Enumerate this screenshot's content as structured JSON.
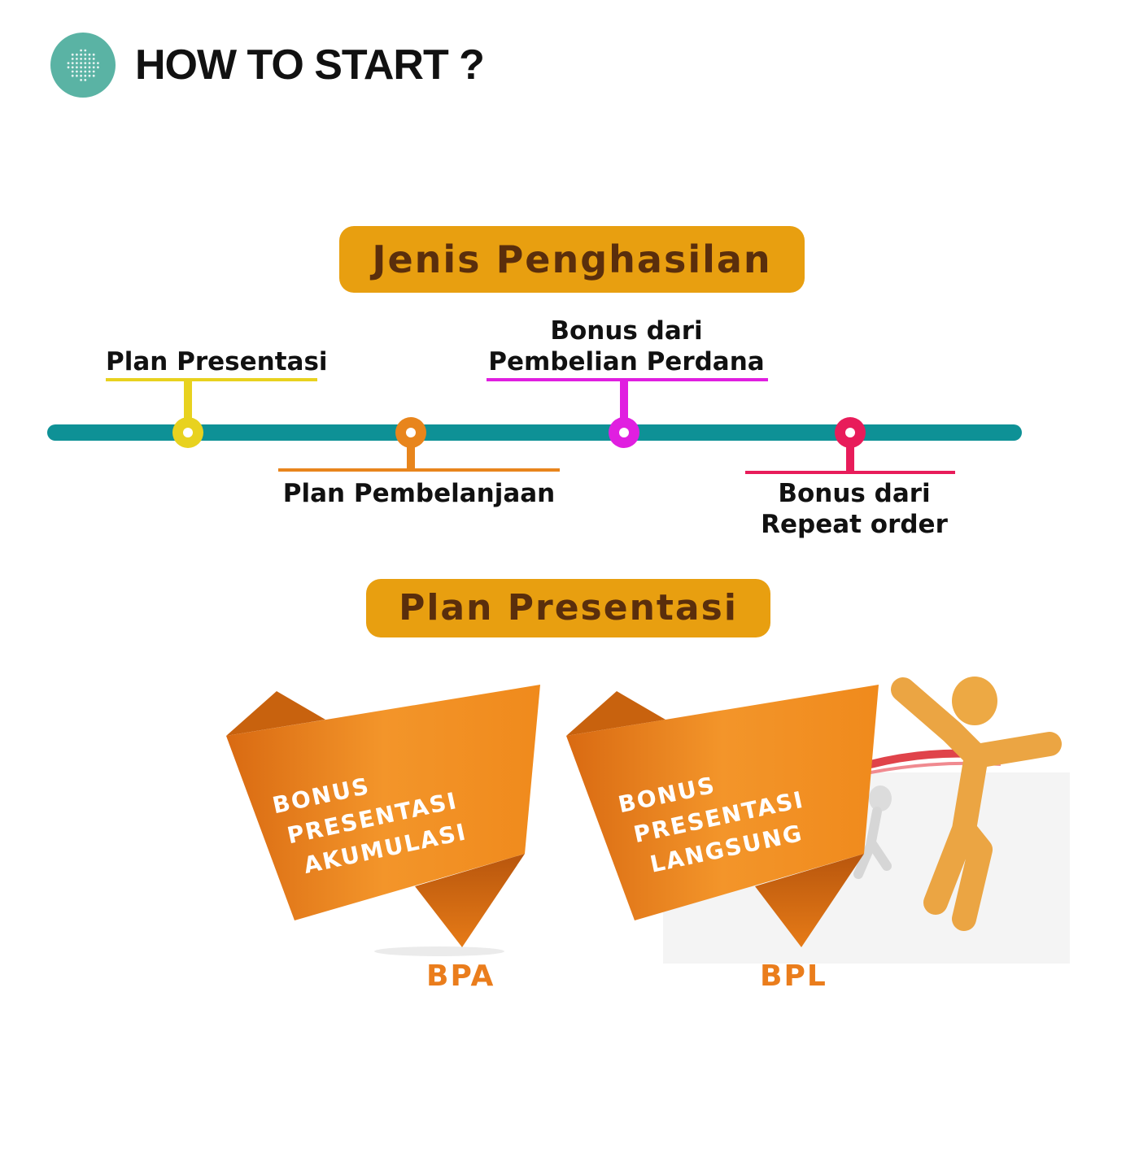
{
  "header": {
    "title": "HOW TO START ?",
    "icon": "dot-grid-icon"
  },
  "section1": {
    "title": "Jenis Penghasilan"
  },
  "timeline": {
    "items": [
      {
        "label": "Plan Presentasi",
        "color": "#e8d21f"
      },
      {
        "label": "Plan Pembelanjaan",
        "color": "#e8851c"
      },
      {
        "label_line1": "Bonus dari",
        "label_line2": "Pembelian Perdana",
        "color": "#e01fe0"
      },
      {
        "label_line1": "Bonus dari",
        "label_line2": "Repeat order",
        "color": "#e81c5a"
      }
    ],
    "line_color": "#0e9196"
  },
  "section2": {
    "title": "Plan Presentasi"
  },
  "ribbons": [
    {
      "line1": "BONUS",
      "line2": "PRESENTASI",
      "line3": "AKUMULASI",
      "code": "BPA"
    },
    {
      "line1": "BONUS",
      "line2": "PRESENTASI",
      "line3": "LANGSUNG",
      "code": "BPL"
    }
  ],
  "colors": {
    "pill": "#e89f10",
    "pill_text": "#5a2e0c",
    "ribbon": "#ec8a20",
    "code_text": "#ea7d1c"
  }
}
